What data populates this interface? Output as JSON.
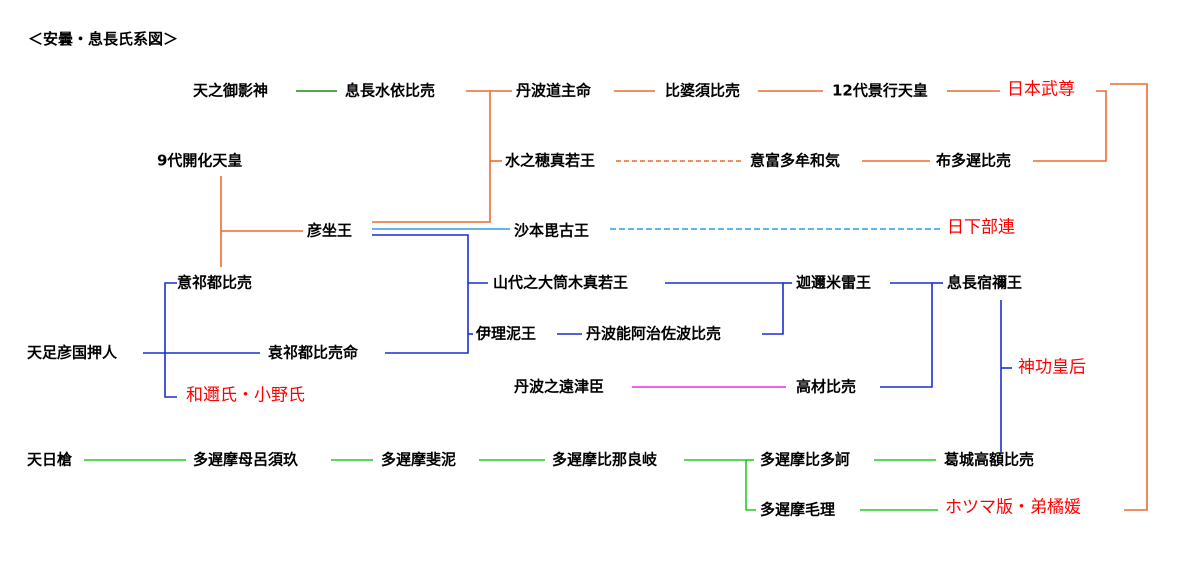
{
  "title": "＜安曇・息長氏系図＞",
  "colors": {
    "orange": "#ee6a2e",
    "blue": "#1a2fd6",
    "green": "#22cc22",
    "dark_green": "#1a8a1a",
    "light_blue": "#2e9be6",
    "magenta": "#e62ee6",
    "red_text": "#ff0000",
    "black_text": "#000000"
  },
  "nodes": {
    "amenomikage": "天之御影神",
    "okinaga_mizuyori": "息長水依比売",
    "tanba_michinushi": "丹波道主命",
    "hibasu": "比婆須比売",
    "keiko": "12代景行天皇",
    "yamato_takeru": "日本武尊",
    "kaika": "9代開化天皇",
    "mizuho_mawaka": "水之穂真若王",
    "otomi_tamuwake": "意富多牟和気",
    "futaji": "布多遅比売",
    "hikoimasu": "彦坐王",
    "sahobiko": "沙本毘古王",
    "kusakabe": "日下部連",
    "okatsu": "意祁都比売",
    "yamashiro_otsutsuki": "山代之大筒木真若王",
    "kanimeikazuchi": "迦邇米雷王",
    "okinaga_sukune": "息長宿禰王",
    "ameashi": "天足彦国押人",
    "okatsu_mikoto": "袁祁都比売命",
    "irine": "伊理泥王",
    "tanba_nokawa": "丹波能阿治佐波比売",
    "jingu": "神功皇后",
    "wani_ono": "和邇氏・小野氏",
    "tanba_toochi": "丹波之遠津臣",
    "takanuka": "高材比売",
    "amenohiboko": "天日槍",
    "tajima_morosuku": "多遅摩母呂須玖",
    "tajima_hine": "多遅摩斐泥",
    "tajima_hinaraki": "多遅摩比那良岐",
    "tajima_tataku": "多遅摩比多訶",
    "kazuraki_takanuka": "葛城高額比売",
    "tajima_mori": "多遅摩毛理",
    "hotsuma_ototachibana": "ホツマ版・弟橘媛"
  }
}
